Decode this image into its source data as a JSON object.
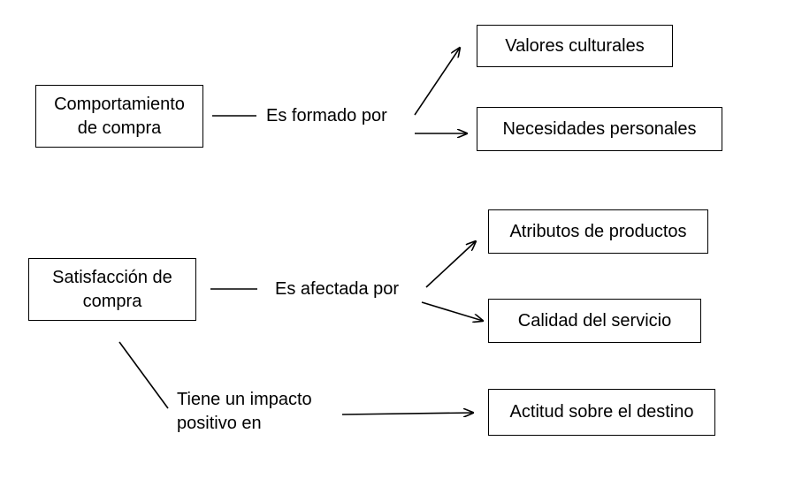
{
  "nodes": {
    "comportamiento": "Comportamiento\nde compra",
    "valores": "Valores culturales",
    "necesidades": "Necesidades personales",
    "satisfaccion": "Satisfacción de\ncompra",
    "atributos": "Atributos de productos",
    "calidad": "Calidad del servicio",
    "actitud": "Actitud sobre el destino"
  },
  "edges": {
    "formado": "Es formado por",
    "afectada": "Es afectada por",
    "impacto": "Tiene un impacto\npositivo en"
  },
  "colors": {
    "stroke": "#000000",
    "background": "#ffffff"
  }
}
